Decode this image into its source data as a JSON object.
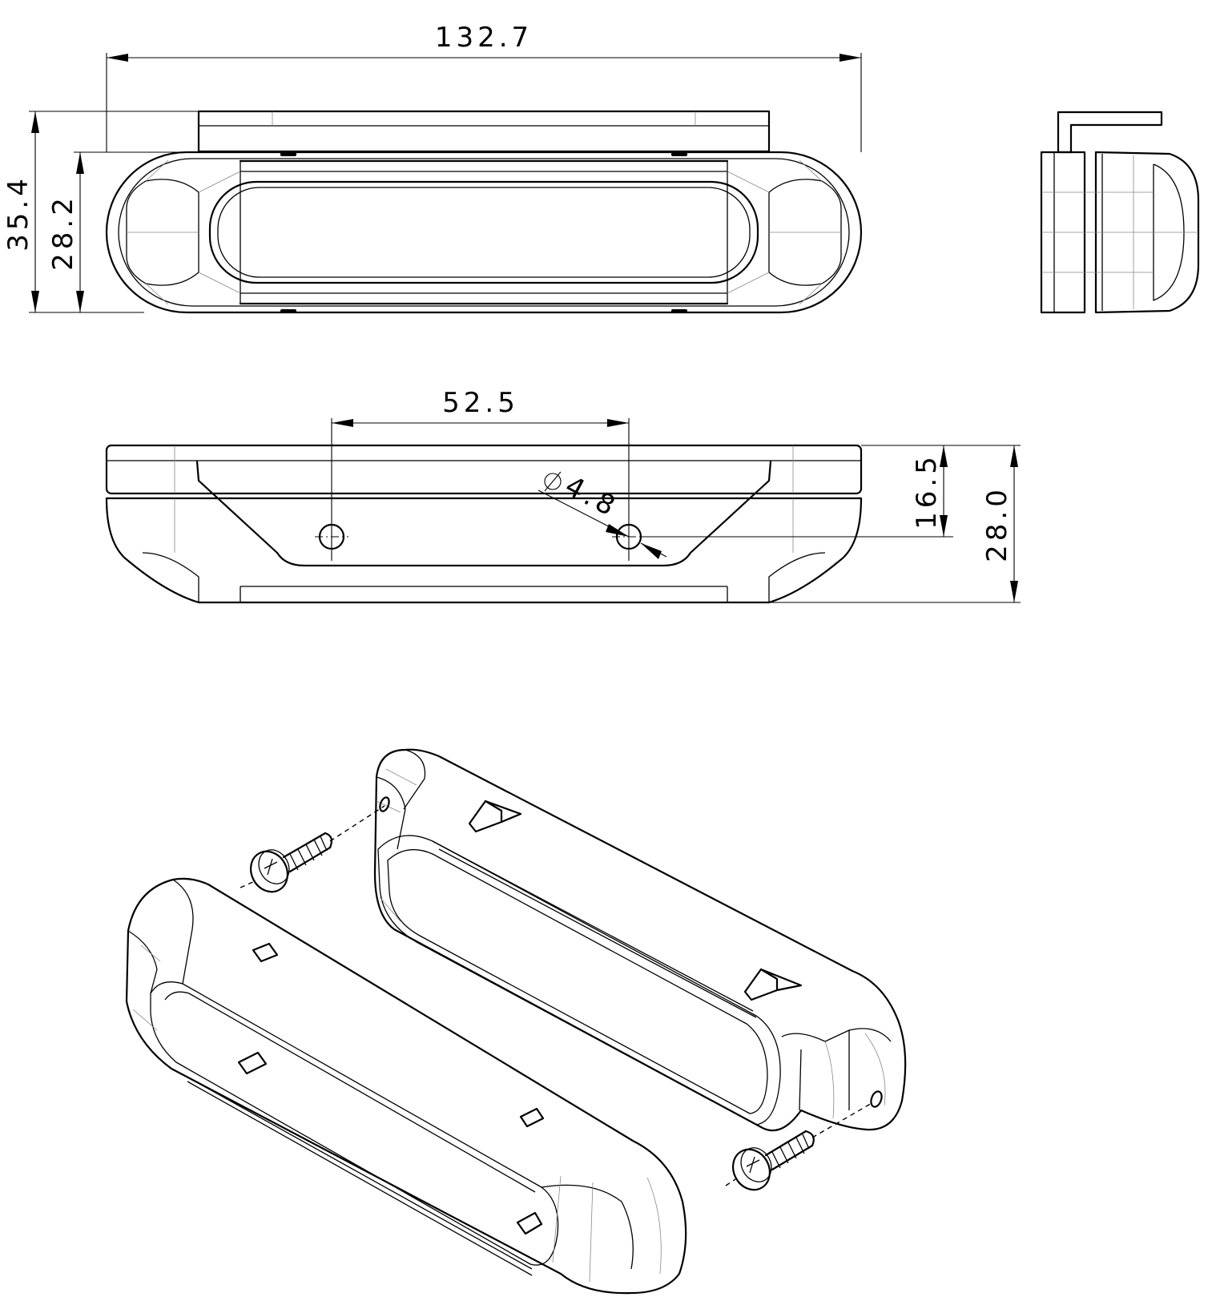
{
  "dimensions": {
    "overall_width": "132.7",
    "overall_height": "35.4",
    "lens_height": "28.2",
    "hole_spacing": "52.5",
    "hole_diameter": "4.8",
    "hole_height": "16.5",
    "body_depth": "28.0"
  },
  "colors": {
    "line": "#000000",
    "background": "#ffffff"
  }
}
